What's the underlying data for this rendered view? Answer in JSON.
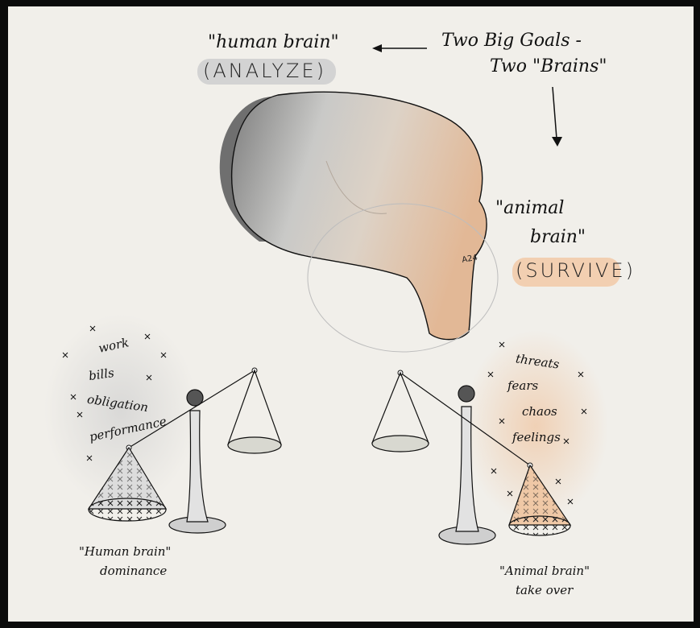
{
  "title": {
    "line1": "Two Big Goals -",
    "line2": "Two \"Brains\""
  },
  "human_brain": {
    "label": "\"human brain\"",
    "role": "(ANALYZE)"
  },
  "animal_brain": {
    "label_line1": "\"animal",
    "label_line2": "brain\"",
    "role": "(SURVIVE)"
  },
  "signature": "A24",
  "left_scale": {
    "words": [
      "work",
      "bills",
      "obligation",
      "performance"
    ],
    "caption_line1": "\"Human brain\"",
    "caption_line2": "dominance"
  },
  "right_scale": {
    "words": [
      "threats",
      "fears",
      "chaos",
      "feelings"
    ],
    "caption_line1": "\"Animal brain\"",
    "caption_line2": "take over"
  },
  "colors": {
    "paper": "#f1efea",
    "ink": "#111111",
    "graphite": "#8a8a8a",
    "peach": "#e6c2a3"
  }
}
